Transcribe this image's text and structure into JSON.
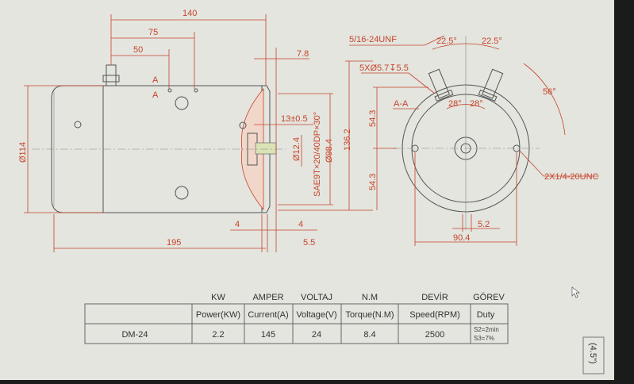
{
  "drawing": {
    "side_view": {
      "dim_140": "140",
      "dim_75": "75",
      "dim_50": "50",
      "section_a1": "A",
      "section_a2": "A",
      "dim_d114": "Ø114",
      "dim_195": "195",
      "dim_4_left": "4",
      "dim_4_right": "4",
      "dim_5_5": "5.5",
      "dim_7_8": "7.8",
      "dim_13": "13±0.5",
      "dim_d12_4": "Ø12.4",
      "spline": "SAE9T×20/40DP×30°",
      "dim_d98_4": "Ø98.4",
      "dim_136_2": "136.2"
    },
    "end_view": {
      "thread_top": "5/16-24UNF",
      "angle_left": "22.5°",
      "angle_right": "22.5°",
      "holes": "5XØ5.7↧5.5",
      "section": "A-A",
      "angle_28_left": "28°",
      "angle_28_right": "28°",
      "angle_56": "56°",
      "dim_54_3_top": "54.3",
      "dim_54_3_bottom": "54.3",
      "thread_side": "2X1/4-20UNC",
      "dim_5_2": "5.2",
      "dim_90_4": "90.4"
    }
  },
  "spec_table": {
    "top_headers": [
      "KW",
      "AMPER",
      "VOLTAJ",
      "N.M",
      "DEVİR",
      "GÖREV"
    ],
    "headers": [
      "",
      "Power(KW)",
      "Current(A)",
      "Voltage(V)",
      "Torque(N.M)",
      "Speed(RPM)",
      "Duty"
    ],
    "row": {
      "model": "DM-24",
      "power": "2.2",
      "current": "145",
      "voltage": "24",
      "torque": "8.4",
      "speed": "2500",
      "duty1": "S2=2min",
      "duty2": "S3=7%"
    }
  },
  "corner_label": "(4.5\")",
  "colors": {
    "dimension": "#c8432c",
    "background": "#e3e5de"
  }
}
